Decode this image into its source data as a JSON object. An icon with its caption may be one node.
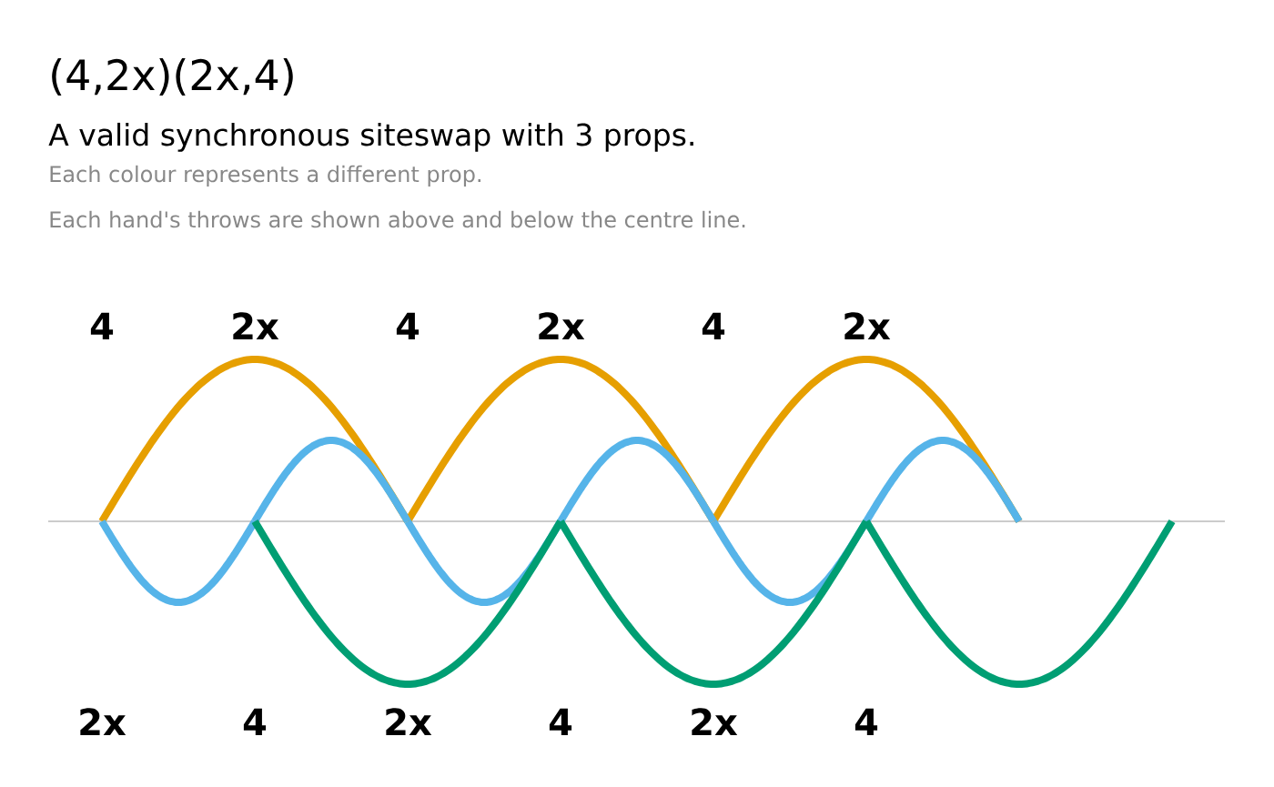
{
  "diagram": {
    "title": "(4,2x)(2x,4)",
    "labels": [
      "A valid synchronous siteswap with 3 props.",
      "Each colour represents a different prop.",
      "Each hand's throws are shown above and below the centre line.",
      "4",
      "2x",
      "4",
      "2x",
      "4",
      "2x",
      "2x",
      "4",
      "2x",
      "4",
      "2x",
      "4"
    ]
  }
}
